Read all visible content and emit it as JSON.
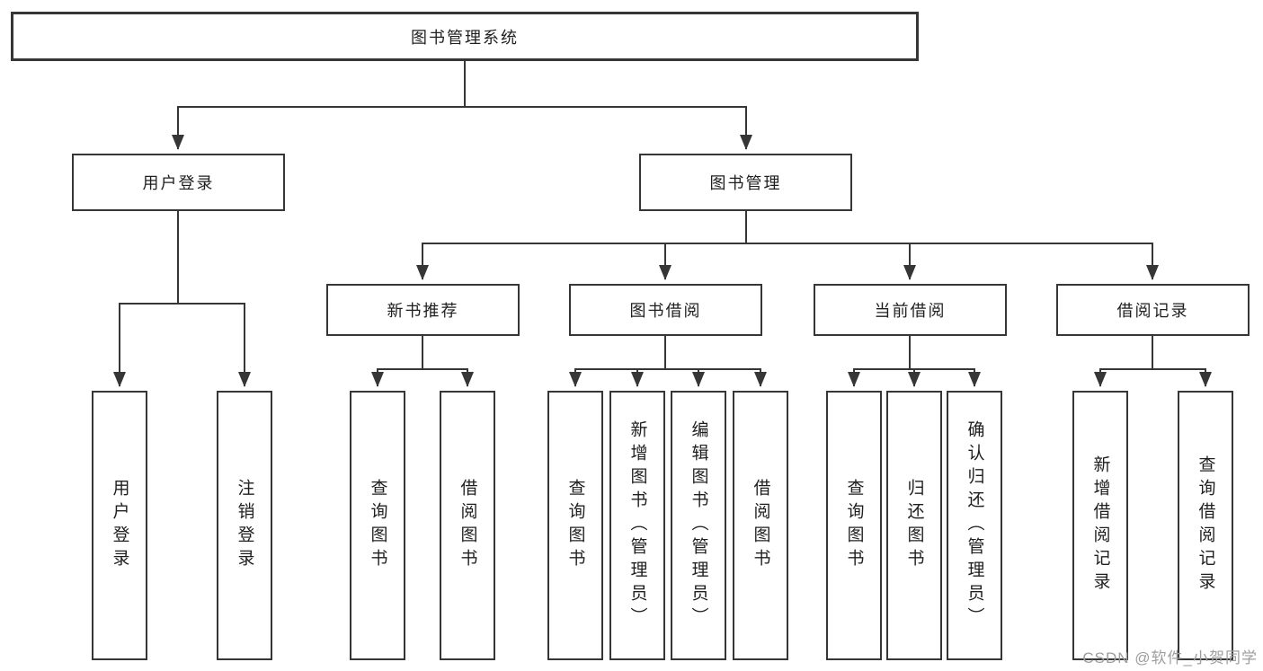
{
  "nodes": {
    "root": "图书管理系统",
    "user_login": "用户登录",
    "book_mgmt": "图书管理",
    "new_book_rec": "新书推荐",
    "book_borrow": "图书借阅",
    "current_borrow": "当前借阅",
    "borrow_record": "借阅记录",
    "leaf_user_login": "用户登录",
    "leaf_logout": "注销登录",
    "rec_query_book": "查询图书",
    "rec_borrow_book": "借阅图书",
    "bb_query_book": "查询图书",
    "bb_add_book": "新增图书（管理员）",
    "bb_edit_book": "编辑图书（管理员）",
    "bb_borrow_book": "借阅图书",
    "cb_query_book": "查询图书",
    "cb_return_book": "归还图书",
    "cb_confirm_return": "确认归还（管理员）",
    "br_add_record": "新增借阅记录",
    "br_query_record": "查询借阅记录"
  },
  "watermark": "CSDN @软件_小贺同学",
  "colors": {
    "line": "#363636",
    "box_border": "#363636",
    "text": "#1f1f1f",
    "watermark": "#9e9e9e",
    "background": "#ffffff"
  }
}
